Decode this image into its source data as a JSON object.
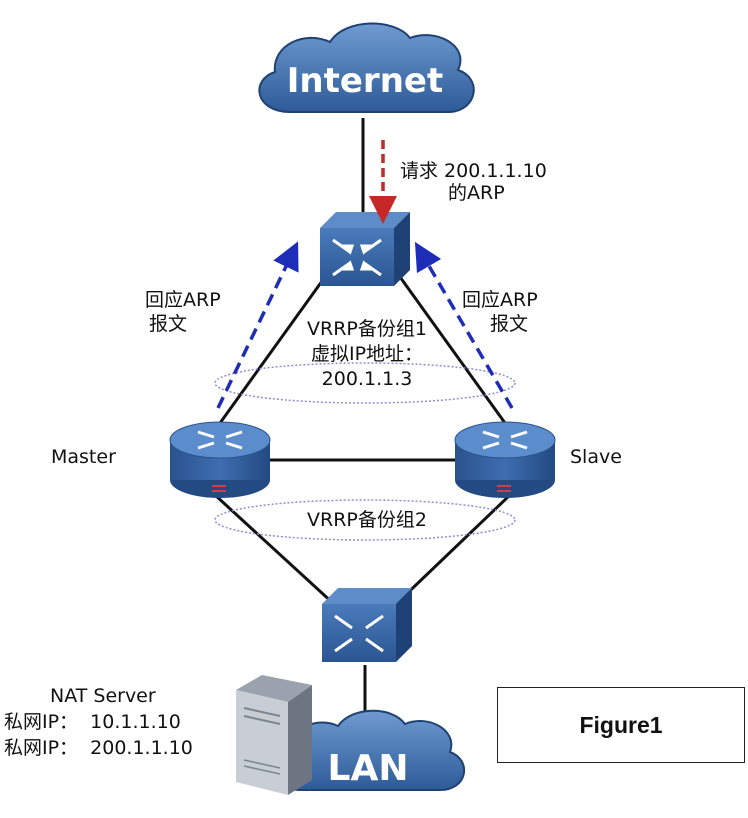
{
  "internet_label": "Internet",
  "lan_label": "LAN",
  "arp_request": [
    "请求 200.1.1.10",
    "的ARP"
  ],
  "reply_left": [
    "回应ARP",
    "报文"
  ],
  "reply_right": [
    "回应ARP",
    "报文"
  ],
  "vrrp_group1": [
    "VRRP备份组1",
    "虚拟IP地址：",
    "200.1.1.3"
  ],
  "vrrp_group2": "VRRP备份组2",
  "master_label": "Master",
  "slave_label": "Slave",
  "nat_server": [
    "NAT Server",
    "私网IP：  10.1.1.10",
    "私网IP：  200.1.1.10"
  ],
  "figure_label": "Figure1",
  "colors": {
    "device_blue": "#2f5fa0",
    "cloud_blue": "#3d6ea9",
    "request_arrow": "#c62828",
    "reply_arrow": "#1e2db8",
    "ellipse": "#8c8fd8",
    "link": "#111111"
  }
}
